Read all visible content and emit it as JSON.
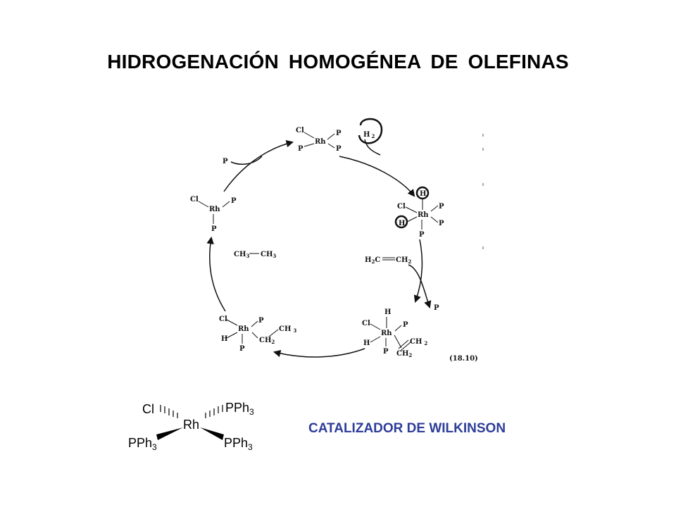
{
  "title": "HIDROGENACIÓN HOMOGÉNEA DE OLEFINAS",
  "catalyst_caption": "CATALIZADOR DE WILKINSON",
  "equation_number": "(18.10)",
  "cycle": {
    "rh": "Rh",
    "cl": "Cl",
    "p": "P",
    "h": "H",
    "h2_main": "H",
    "h2_sub": "2",
    "ethylene_left": "H",
    "ethylene_left_sub": "2",
    "ethylene_c": "C",
    "ethylene_right": "CH",
    "ethylene_right_sub": "2",
    "ethane_left": "CH",
    "ethane_left_sub": "3",
    "ethane_right": "CH",
    "ethane_right_sub": "3",
    "ch2": "CH",
    "ch2_sub": "2",
    "ch3": "CH",
    "ch3_sub": "3"
  },
  "wilkinson": {
    "rh": "Rh",
    "cl": "Cl",
    "pph": "PPh",
    "sub": "3"
  },
  "colors": {
    "caption": "#2e3d99",
    "ink": "#111111"
  }
}
